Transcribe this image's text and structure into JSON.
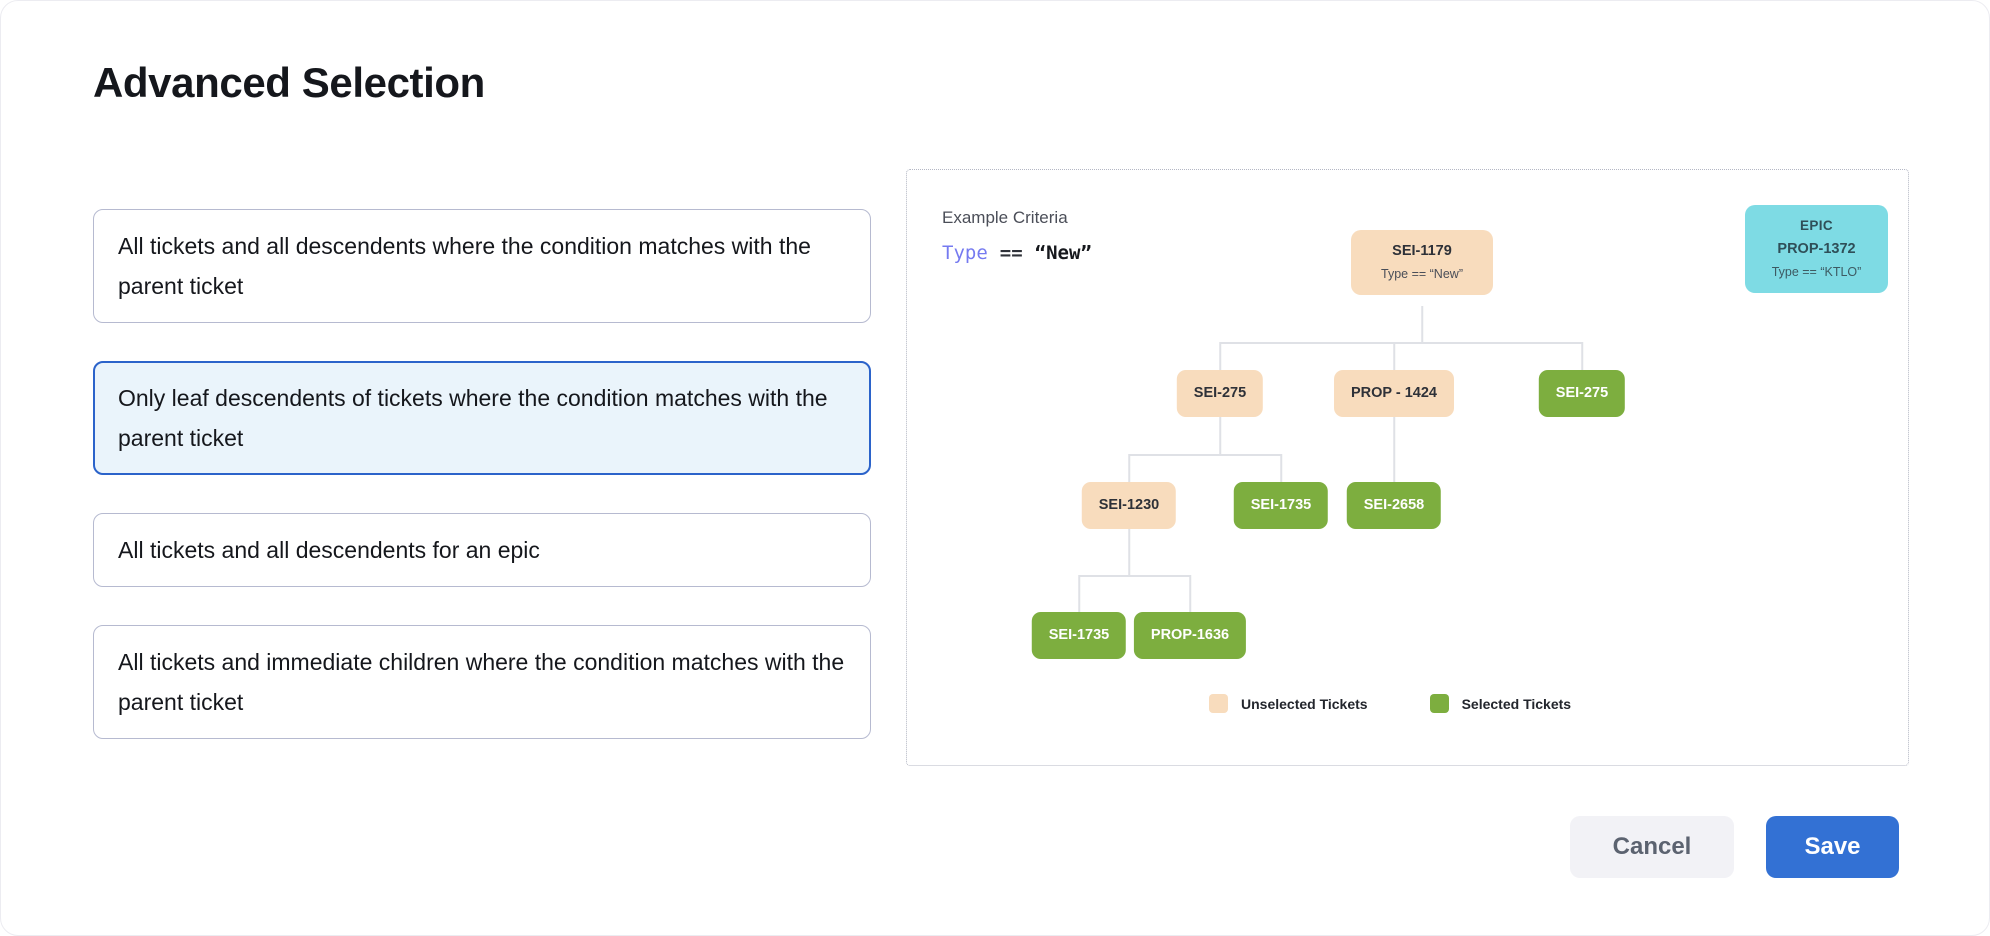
{
  "title": "Advanced Selection",
  "options": [
    {
      "label": "All tickets and all descendents where the condition matches with the parent ticket",
      "selected": false
    },
    {
      "label": "Only leaf descendents of tickets where the condition matches with the parent ticket",
      "selected": true
    },
    {
      "label": "All tickets and all descendents for an epic",
      "selected": false
    },
    {
      "label": "All tickets and immediate children where the condition matches with the parent ticket",
      "selected": false
    }
  ],
  "example": {
    "heading": "Example Criteria",
    "expression": {
      "field": "Type",
      "operator": "==",
      "value": "“New”"
    }
  },
  "epic_card": {
    "line1": "EPIC",
    "line2": "PROP-1372",
    "line3": "Type == “KTLO”"
  },
  "tree": {
    "root": {
      "id": "SEI-1179",
      "criteria": "Type == “New”",
      "state": "unselected"
    },
    "nodes": [
      {
        "id": "SEI-275",
        "state": "unselected",
        "row": 2
      },
      {
        "id": "PROP - 1424",
        "state": "unselected",
        "row": 2
      },
      {
        "id": "SEI-275",
        "state": "selected",
        "row": 2
      },
      {
        "id": "SEI-1230",
        "state": "unselected",
        "row": 3
      },
      {
        "id": "SEI-1735",
        "state": "selected",
        "row": 3
      },
      {
        "id": "SEI-2658",
        "state": "selected",
        "row": 3
      },
      {
        "id": "SEI-1735",
        "state": "selected",
        "row": 4
      },
      {
        "id": "PROP-1636",
        "state": "selected",
        "row": 4
      }
    ]
  },
  "legend": [
    {
      "label": "Unselected Tickets",
      "color": "#f8dcbd"
    },
    {
      "label": "Selected Tickets",
      "color": "#7dae3f"
    }
  ],
  "actions": {
    "cancel": "Cancel",
    "save": "Save"
  },
  "colors": {
    "accent_blue": "#3371d4",
    "selected_border": "#2b63ca",
    "selected_bg": "#eaf4fb",
    "unselected_ticket": "#f8dcbd",
    "selected_ticket": "#7dae3f",
    "epic_cyan": "#7edbe4"
  }
}
